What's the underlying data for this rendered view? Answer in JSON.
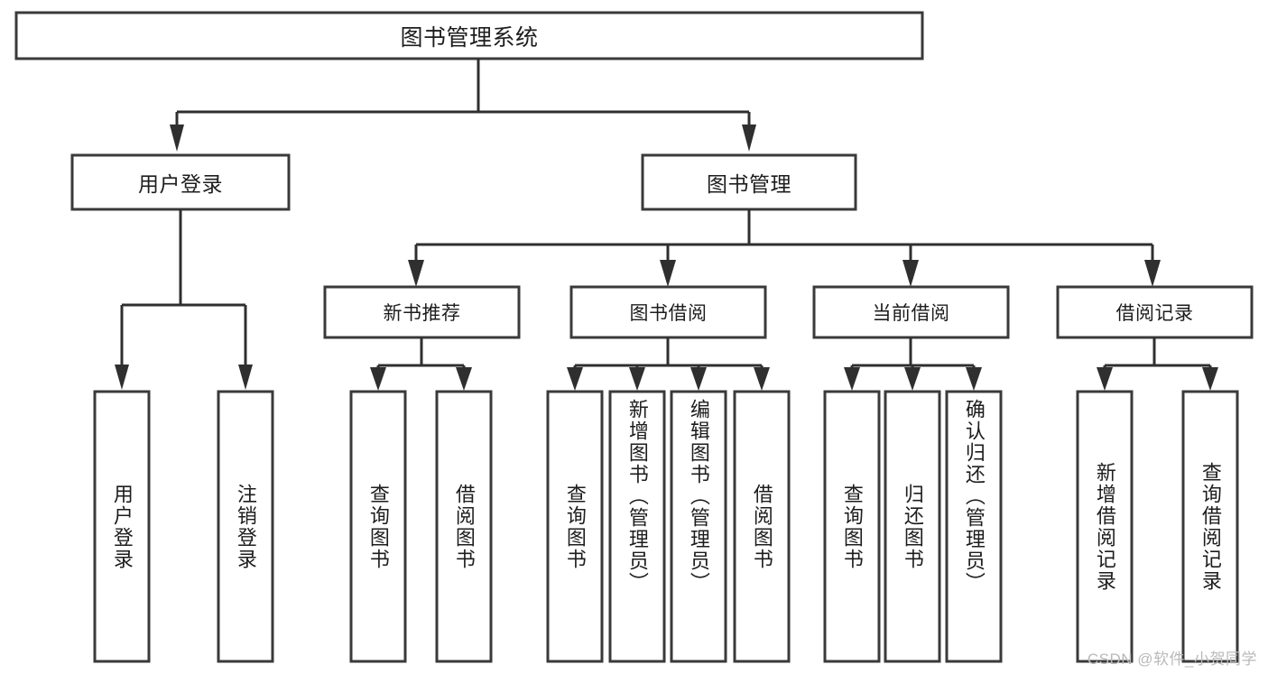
{
  "diagram": {
    "type": "tree-hierarchy",
    "title": "图书管理系统",
    "watermark": "CSDN @软件_小贺同学",
    "colors": {
      "background": "#ffffff",
      "box_stroke": "#3a3a3a",
      "connector": "#2f2f2f",
      "text": "#1d1d1d",
      "watermark": "#b9b9b9"
    },
    "levels": {
      "root": {
        "label": "图书管理系统"
      },
      "level1": [
        {
          "id": "user-login",
          "label": "用户登录"
        },
        {
          "id": "book-management",
          "label": "图书管理"
        }
      ],
      "level2": [
        {
          "id": "new-book-recommend",
          "label": "新书推荐",
          "parent": "book-management"
        },
        {
          "id": "book-borrow",
          "label": "图书借阅",
          "parent": "book-management"
        },
        {
          "id": "current-borrow",
          "label": "当前借阅",
          "parent": "book-management"
        },
        {
          "id": "borrow-record",
          "label": "借阅记录",
          "parent": "book-management"
        }
      ],
      "leaves": [
        {
          "id": "leaf-user-login",
          "label": "用户登录",
          "parent": "user-login"
        },
        {
          "id": "leaf-logout",
          "label": "注销登录",
          "parent": "user-login"
        },
        {
          "id": "leaf-query-book-1",
          "label": "查询图书",
          "parent": "new-book-recommend"
        },
        {
          "id": "leaf-borrow-book-1",
          "label": "借阅图书",
          "parent": "new-book-recommend"
        },
        {
          "id": "leaf-query-book-2",
          "label": "查询图书",
          "parent": "book-borrow"
        },
        {
          "id": "leaf-add-book",
          "label": "新增图书（管理员）",
          "parent": "book-borrow"
        },
        {
          "id": "leaf-edit-book",
          "label": "编辑图书（管理员）",
          "parent": "book-borrow"
        },
        {
          "id": "leaf-borrow-book-2",
          "label": "借阅图书",
          "parent": "book-borrow"
        },
        {
          "id": "leaf-query-book-3",
          "label": "查询图书",
          "parent": "current-borrow"
        },
        {
          "id": "leaf-return-book",
          "label": "归还图书",
          "parent": "current-borrow"
        },
        {
          "id": "leaf-confirm-return",
          "label": "确认归还（管理员）",
          "parent": "current-borrow"
        },
        {
          "id": "leaf-add-record",
          "label": "新增借阅记录",
          "parent": "borrow-record"
        },
        {
          "id": "leaf-query-record",
          "label": "查询借阅记录",
          "parent": "borrow-record"
        }
      ]
    }
  }
}
